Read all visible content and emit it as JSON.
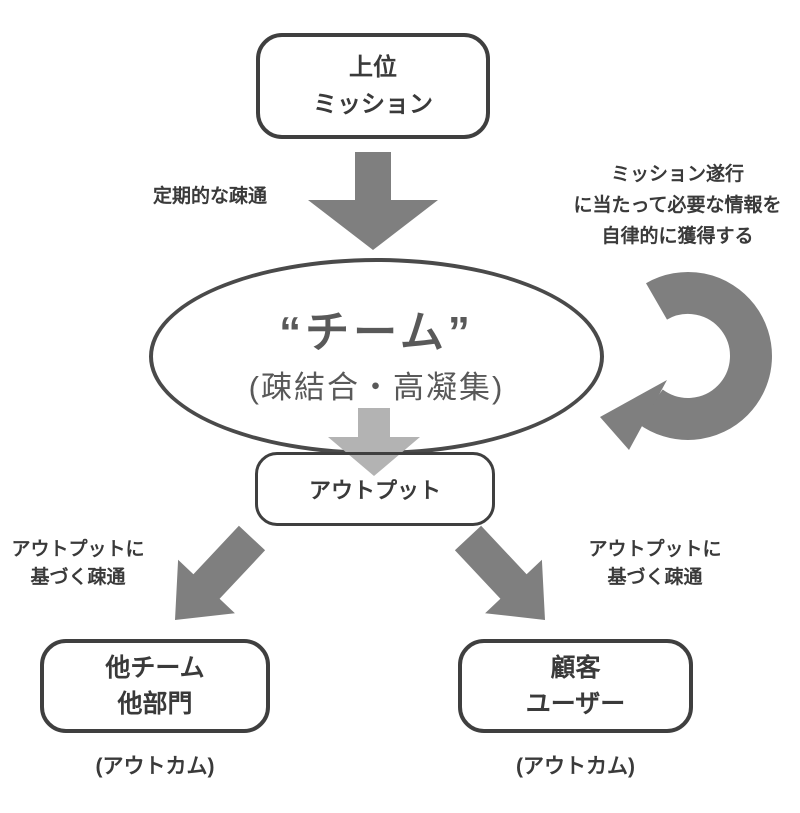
{
  "top_box": {
    "line1": "上位",
    "line2": "ミッション"
  },
  "labels": {
    "periodic": "定期的な疎通",
    "mission_note_line1": "ミッション遂行",
    "mission_note_line2": "に当たって必要な情報を",
    "mission_note_line3": "自律的に獲得する",
    "output_based_line1": "アウトプットに",
    "output_based_line2": "基づく疎通"
  },
  "team_ellipse": {
    "title": "“チーム”",
    "subtitle": "(疎結合・高凝集)"
  },
  "output_box": {
    "label": "アウトプット"
  },
  "left_box": {
    "line1": "他チーム",
    "line2": "他部門",
    "caption": "(アウトカム)"
  },
  "right_box": {
    "line1": "顧客",
    "line2": "ユーザー",
    "caption": "(アウトカム)"
  },
  "icons": {
    "down_arrow": "down-arrow",
    "light_down_arrow": "light-down-arrow",
    "loop_arrow": "loop-arrow",
    "down_left_arrow": "down-left-arrow",
    "down_right_arrow": "down-right-arrow"
  },
  "colors": {
    "arrow": "#7f7f7f",
    "light_arrow": "#b3b3b3",
    "border": "#3f3f3f",
    "text": "#3a3a3a",
    "team": "#595959"
  }
}
